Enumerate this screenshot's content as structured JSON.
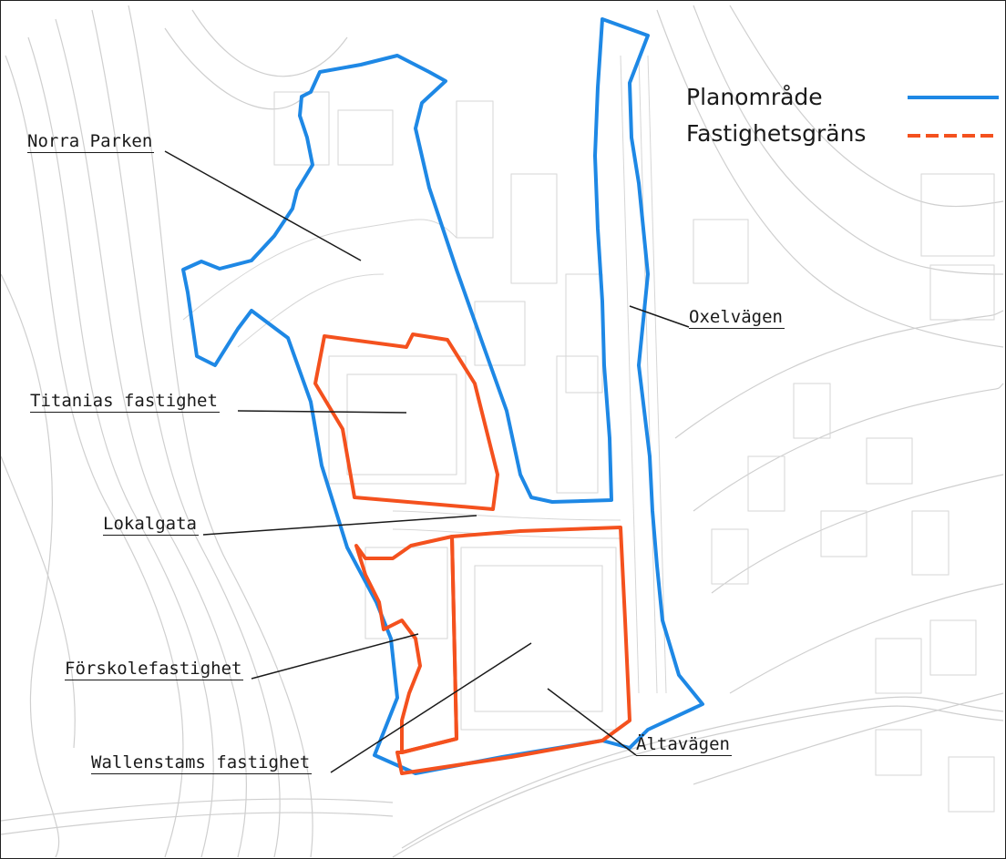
{
  "legend": {
    "items": [
      {
        "label": "Planområde",
        "color": "#1e88e5",
        "style": "solid"
      },
      {
        "label": "Fastighetsgräns",
        "color": "#f4511e",
        "style": "dashed"
      }
    ]
  },
  "labels": {
    "norra_parken": "Norra Parken",
    "titanias": "Titanias fastighet",
    "lokalgata": "Lokalgata",
    "forskole": "Förskolefastighet",
    "wallenstams": "Wallenstams fastighet",
    "oxelvagen": "Oxelvägen",
    "altavagen": "Ältavägen"
  },
  "colors": {
    "plan_boundary": "#1e88e5",
    "property_boundary": "#f4511e",
    "basemap_lines": "#c8c8c8",
    "leader_lines": "#1a1a1a"
  }
}
